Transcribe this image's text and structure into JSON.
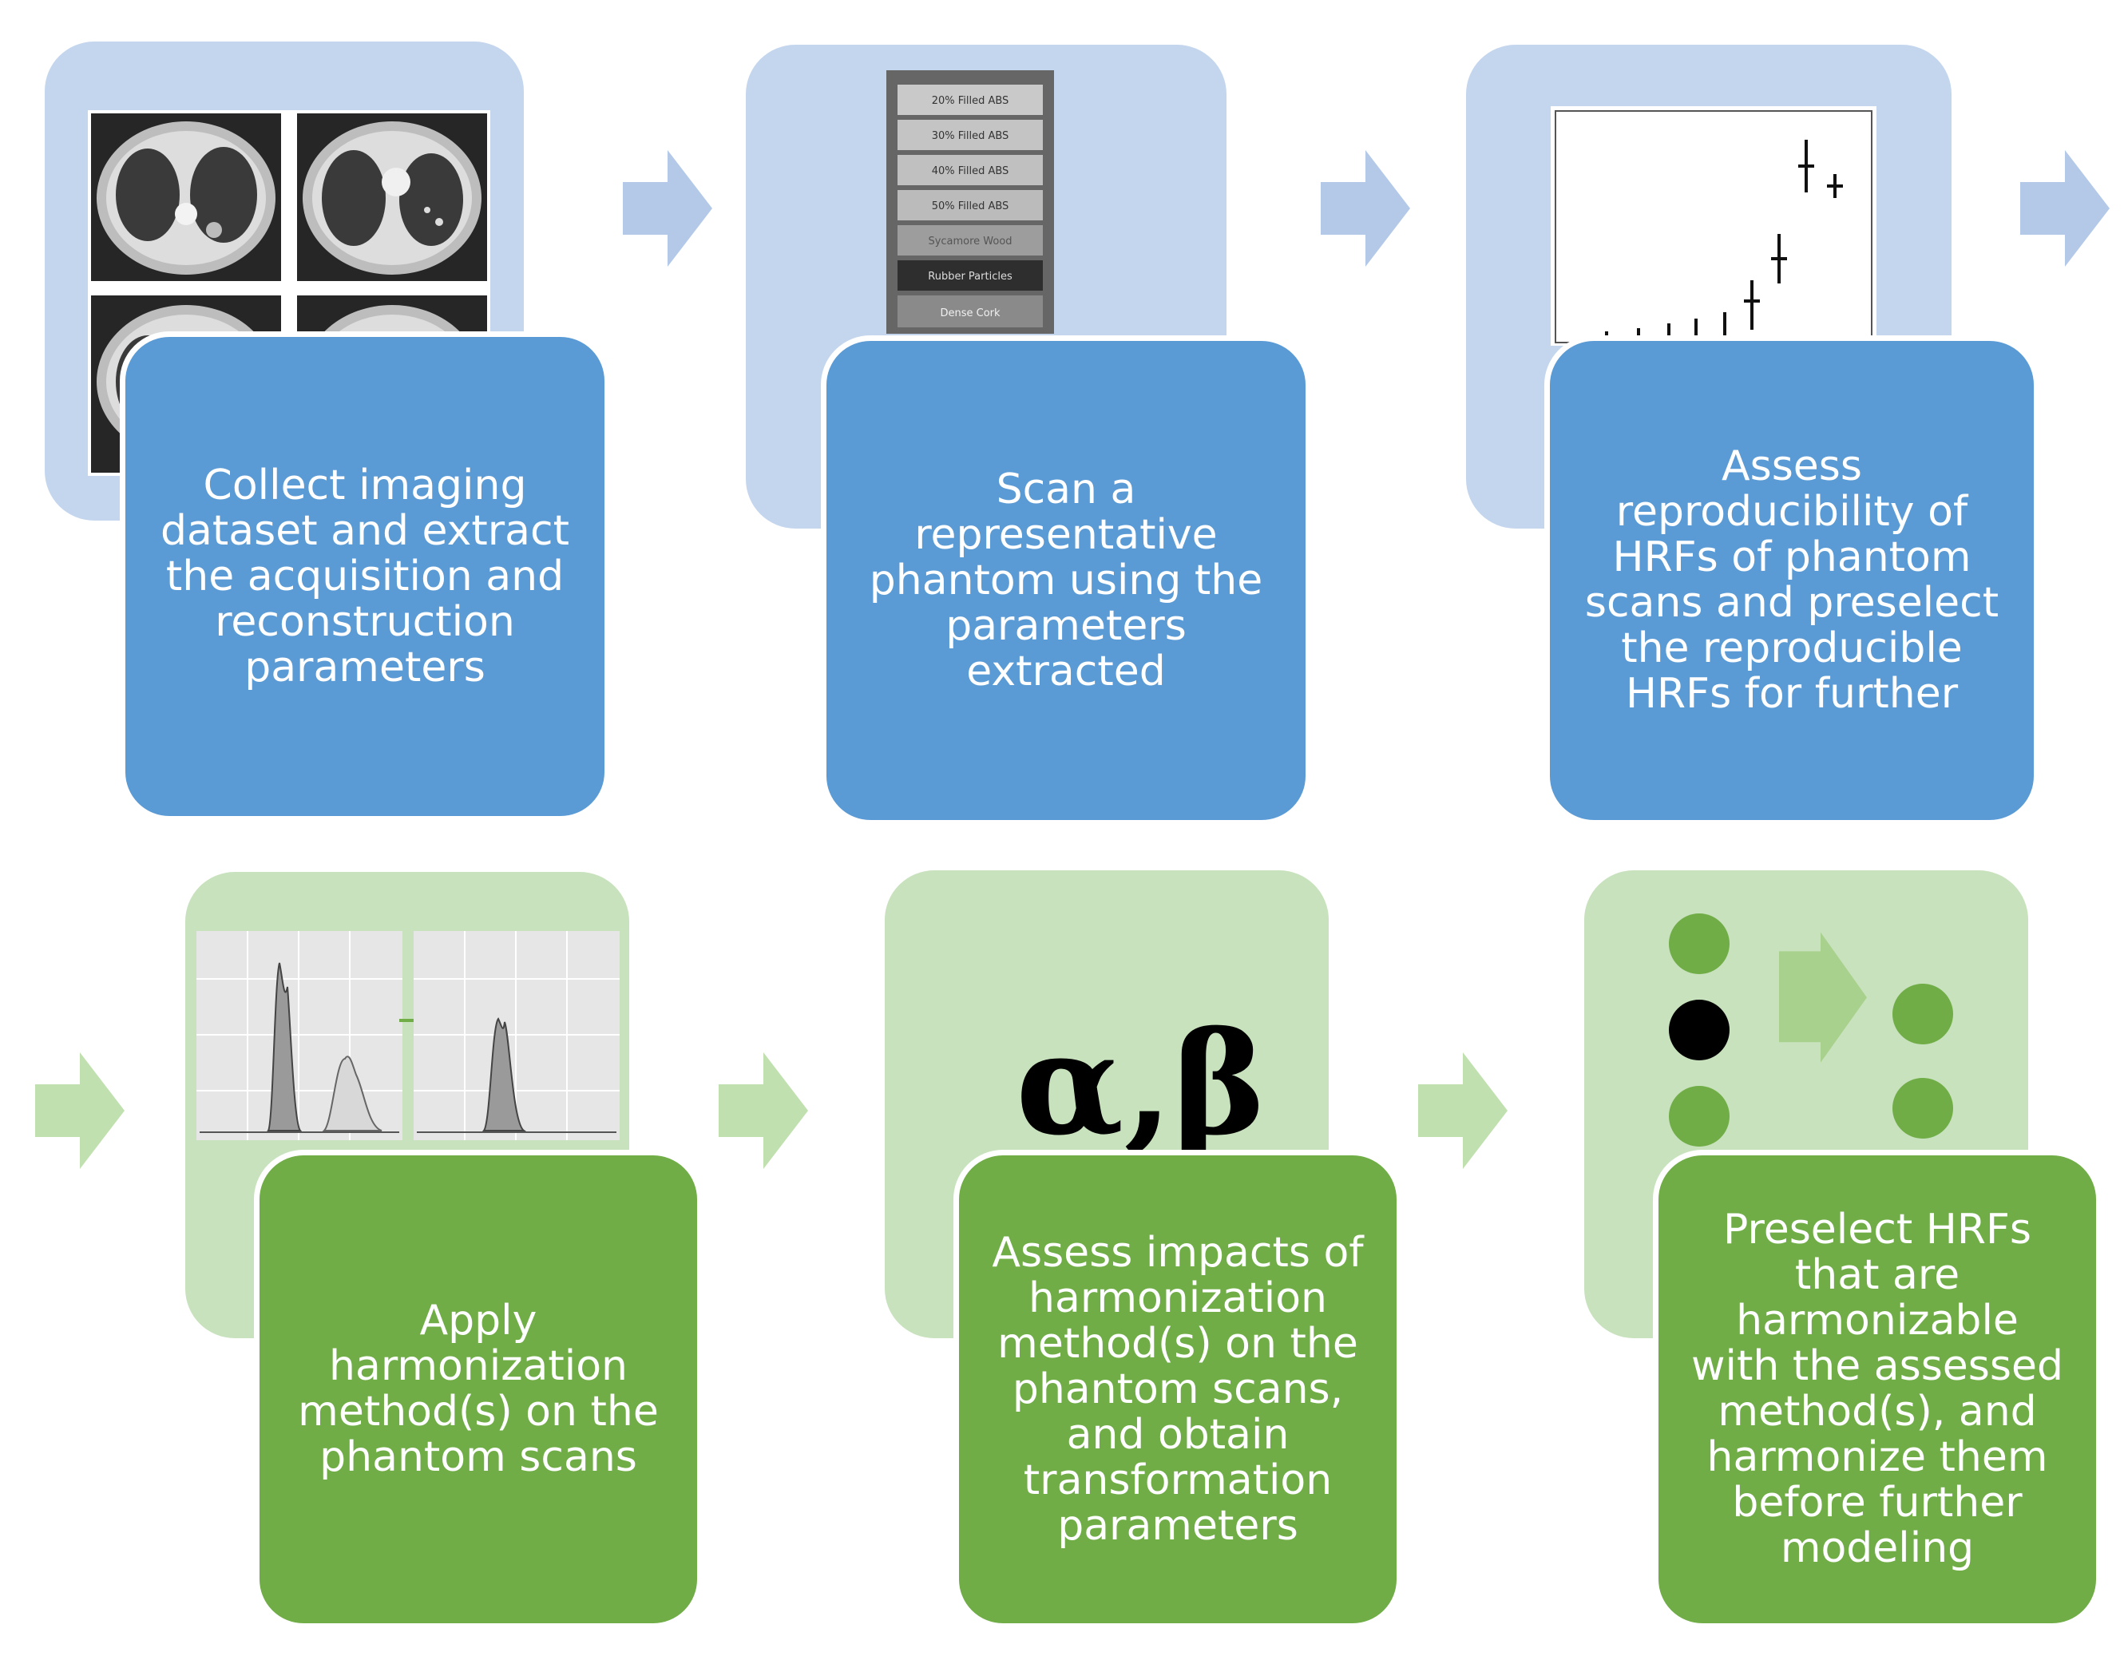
{
  "colors": {
    "blue_panel": "#c4d6ee",
    "blue_card": "#5b9bd5",
    "green_panel": "#c8e2bd",
    "green_card": "#70ad47",
    "arrow_blue": "#b4c9e8",
    "arrow_green": "#c0e0b0"
  },
  "steps": [
    {
      "text": "Collect imaging dataset and extract the acquisition and reconstruction parameters",
      "image": "ct-scans-icon"
    },
    {
      "text": "Scan a representative phantom using the parameters extracted",
      "image": "phantom-photo"
    },
    {
      "text": "Assess reproducibility of HRFs of phantom scans and preselect the reproducible HRFs for further",
      "image": "error-bar-plot"
    },
    {
      "text": "Apply harmonization method(s) on the phantom scans",
      "image": "histogram-plots"
    },
    {
      "text": "Assess impacts of harmonization method(s) on the phantom scans, and obtain transformation parameters",
      "image": "alpha-beta-symbol"
    },
    {
      "text": "Preselect HRFs that are harmonizable with the assessed method(s), and harmonize them before further modeling",
      "image": "feature-dots"
    }
  ],
  "phantom_labels": [
    "20% Filled ABS",
    "30% Filled ABS",
    "40% Filled ABS",
    "50% Filled ABS",
    "Sycamore Wood",
    "Rubber Particles",
    "Dense Cork"
  ],
  "greek_symbol": "α,β"
}
